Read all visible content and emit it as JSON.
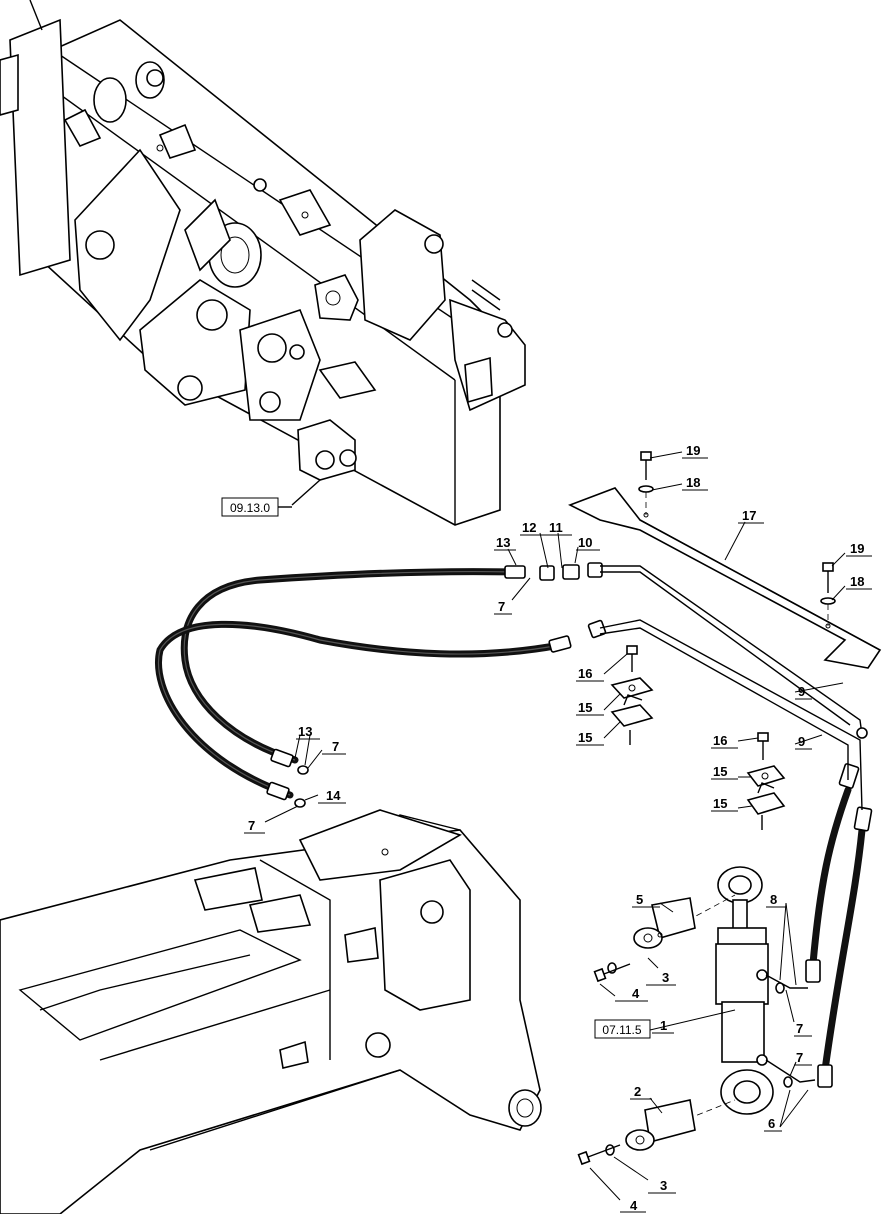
{
  "ref_boxes": [
    {
      "id": "ref-09-13-0",
      "text": "09.13.0"
    },
    {
      "id": "ref-07-11-5",
      "text": "07.11.5"
    }
  ],
  "callouts": {
    "c19a": "19",
    "c18a": "18",
    "c17": "17",
    "c19b": "19",
    "c18b": "18",
    "c13a": "13",
    "c12": "12",
    "c11": "11",
    "c10": "10",
    "c7a": "7",
    "c16a": "16",
    "c15a": "15",
    "c15b": "15",
    "c9a": "9",
    "c9b": "9",
    "c16b": "16",
    "c15c": "15",
    "c15d": "15",
    "c13b": "13",
    "c7b": "7",
    "c14": "14",
    "c7c": "7",
    "c5": "5",
    "c3a": "3",
    "c4a": "4",
    "c8": "8",
    "c1": "1",
    "c7d": "7",
    "c7e": "7",
    "c6": "6",
    "c2": "2",
    "c3b": "3",
    "c4b": "4"
  }
}
